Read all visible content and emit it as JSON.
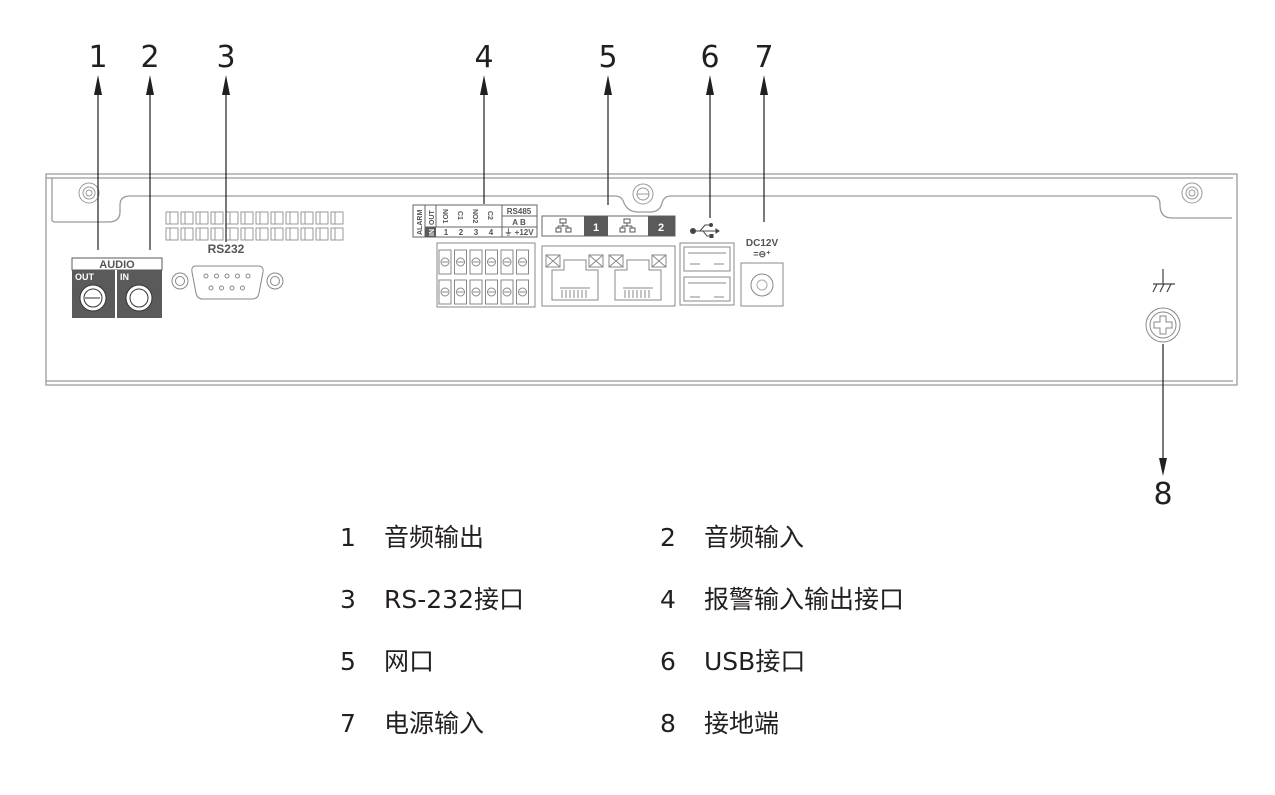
{
  "figure": {
    "title": "NVR rear panel interface diagram",
    "callouts": [
      {
        "num": "1",
        "target": "audio-out"
      },
      {
        "num": "2",
        "target": "audio-in"
      },
      {
        "num": "3",
        "target": "rs232"
      },
      {
        "num": "4",
        "target": "alarm-io"
      },
      {
        "num": "5",
        "target": "lan"
      },
      {
        "num": "6",
        "target": "usb"
      },
      {
        "num": "7",
        "target": "power"
      },
      {
        "num": "8",
        "target": "ground"
      }
    ],
    "panel_labels": {
      "audio": "AUDIO",
      "audio_out": "OUT",
      "audio_in": "IN",
      "rs232": "RS232",
      "alarm": "ALARM",
      "alarm_in": "IN",
      "alarm_out": "OUT",
      "alarm_cols": [
        "NO1",
        "C1",
        "NO2",
        "C2"
      ],
      "alarm_nums": [
        "1",
        "2",
        "3",
        "4"
      ],
      "rs485": "RS485",
      "rs485_ab": "A  B",
      "rs485_power": "⏚ +12V",
      "lan1": "1",
      "lan2": "2",
      "dc": "DC12V",
      "dc_polarity": "=⊖⁺"
    },
    "colors": {
      "panel_dark": "#5a5a5a",
      "line": "#8a8a8a",
      "text": "#231f20"
    }
  },
  "legend": [
    {
      "num": "1",
      "text": "音频输出"
    },
    {
      "num": "2",
      "text": "音频输入"
    },
    {
      "num": "3",
      "text": "RS-232接口"
    },
    {
      "num": "4",
      "text": "报警输入输出接口"
    },
    {
      "num": "5",
      "text": "网口"
    },
    {
      "num": "6",
      "text": "USB接口"
    },
    {
      "num": "7",
      "text": "电源输入"
    },
    {
      "num": "8",
      "text": "接地端"
    }
  ]
}
